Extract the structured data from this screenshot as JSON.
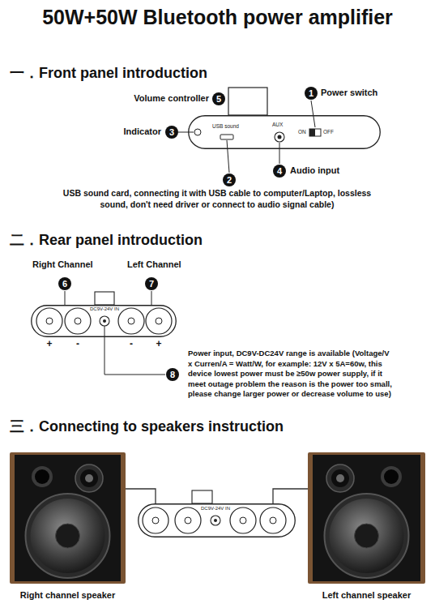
{
  "diagram": {
    "title": "50W+50W Bluetooth power amplifier",
    "nodes": [
      {
        "text": [
          "USB sound",
          "AUX",
          "ON",
          "OFF"
        ]
      },
      {
        "text": [
          "DC9V-24V IN"
        ]
      },
      {
        "text": [
          "Right channel speaker"
        ]
      },
      {
        "text": [
          "DC9V-24V IN"
        ]
      },
      {
        "text": [
          "Left channel speaker"
        ]
      }
    ],
    "edges": [
      {
        "from": 2,
        "to": 3,
        "arrow": "none"
      },
      {
        "from": 4,
        "to": 3,
        "arrow": "none"
      }
    ],
    "labels": [
      "一．Front panel introduction",
      "1",
      "Power switch",
      "Volume controller",
      "5",
      "Indicator",
      "3",
      "2",
      "4",
      "Audio input",
      "USB sound card, connecting it with USB cable to computer/Laptop, lossless sound, don't need driver or connect to audio signal cable)",
      "二．Rear panel introduction",
      "Right Channel",
      "Left Channel",
      "6",
      "7",
      "+",
      "-",
      "-",
      "+",
      "8",
      "Power input, DC9V-DC24V range is available (Voltage/V x Curren/A = Watt/W, for example: 12V x 5A=60w, this device lowest power must be ≥50w power supply, if it meet outage problem the reason is the power too small, please change larger power or decrease volume to use)",
      "三．Connecting to speakers instruction"
    ]
  }
}
